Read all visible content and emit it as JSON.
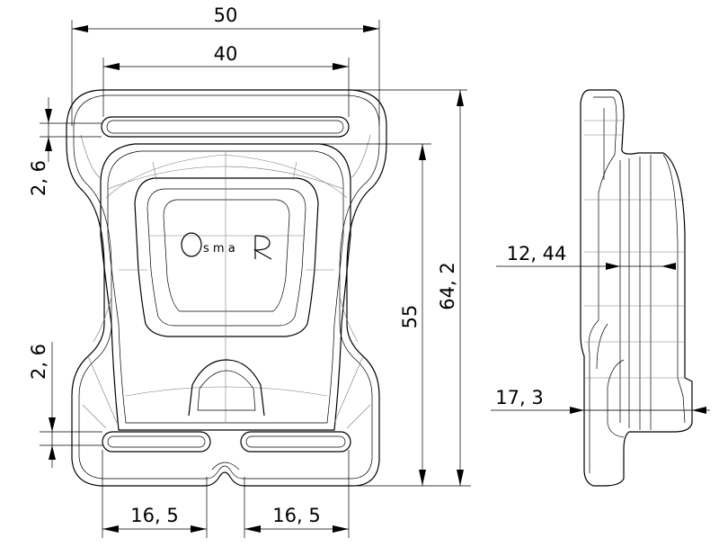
{
  "diagram": {
    "type": "technical-drawing",
    "logo_text": "OsmaR",
    "dimensions": {
      "overall_width": "50",
      "inner_width": "40",
      "slot_top": "2, 6",
      "slot_bottom": "2, 6",
      "inner_height": "55",
      "overall_height": "64, 2",
      "left_slot_width": "16, 5",
      "right_slot_width": "16, 5",
      "side_thickness": "12, 44",
      "side_depth": "17, 3"
    }
  }
}
